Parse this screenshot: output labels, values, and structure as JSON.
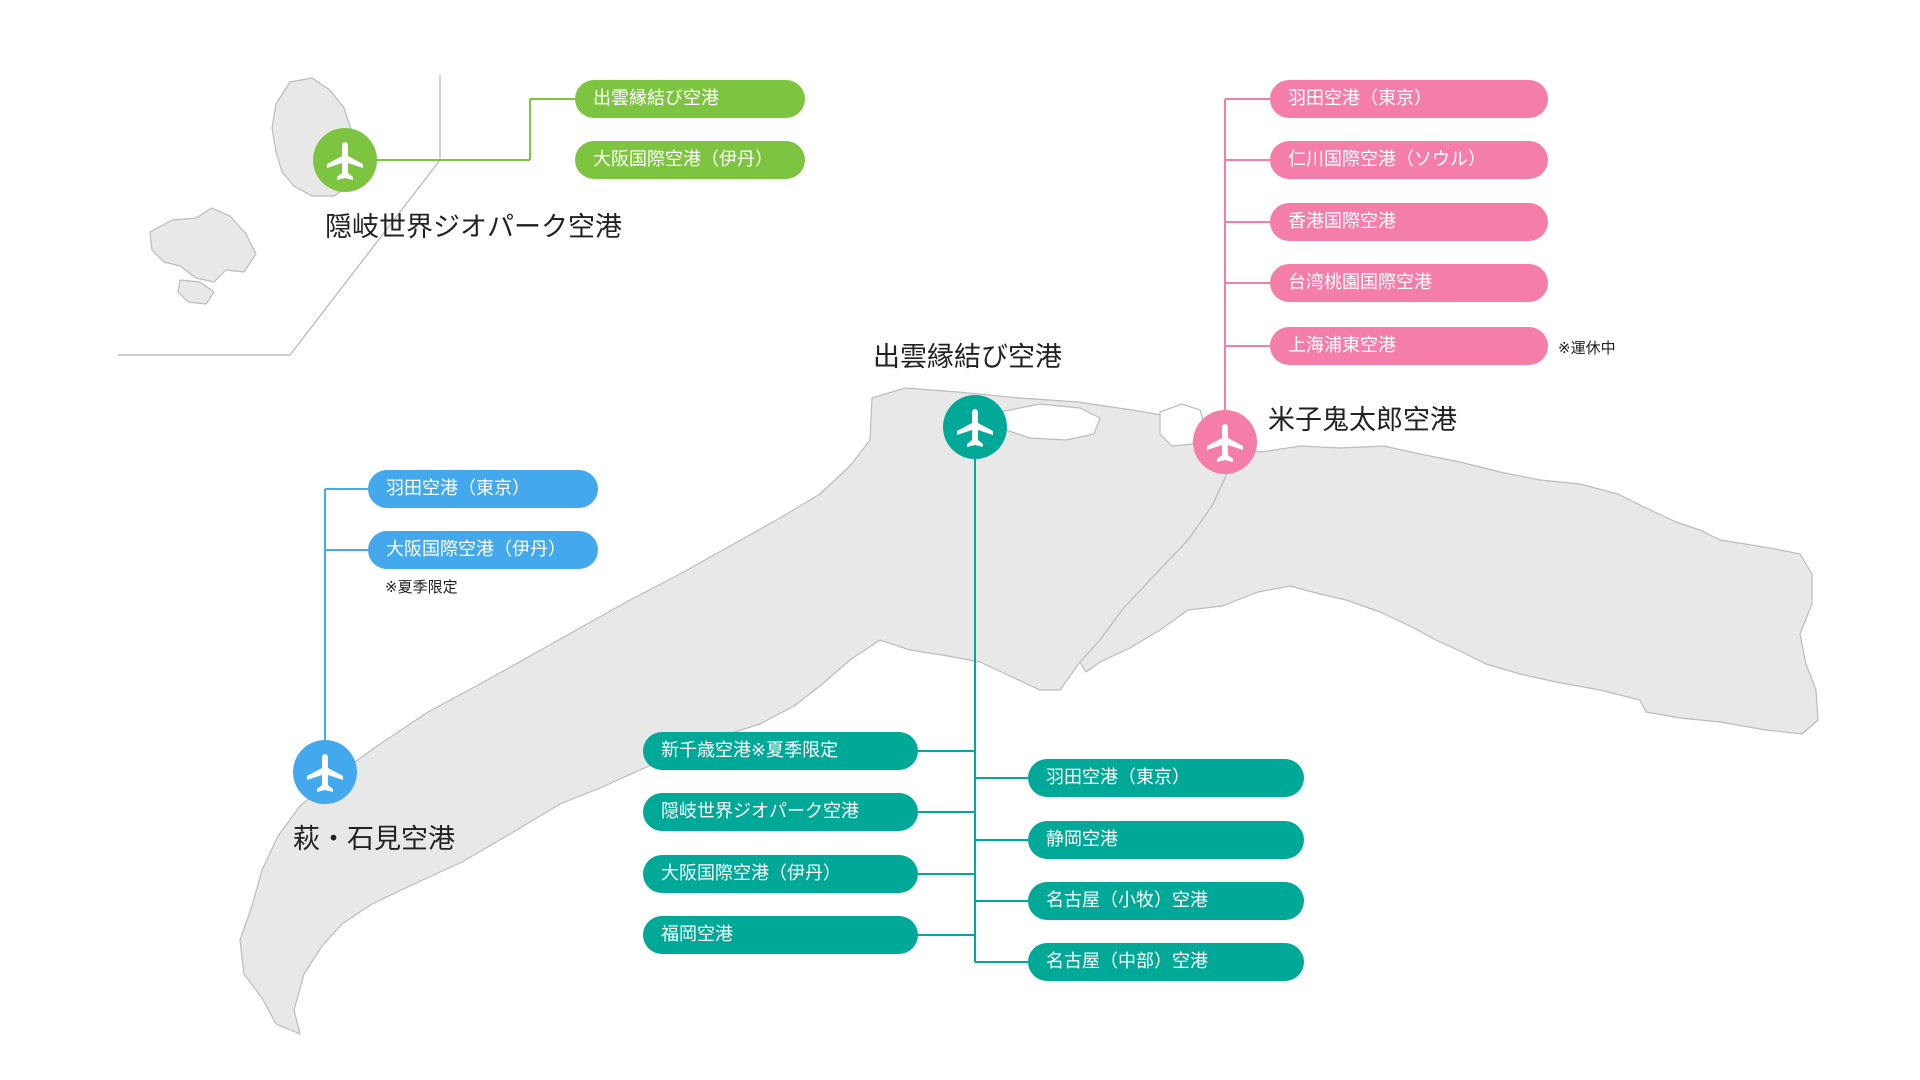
{
  "colors": {
    "oki": "#7dc540",
    "yonago": "#f47ea9",
    "iwami": "#44a8ec",
    "izumo": "#00a897",
    "land": "#e8e8e8",
    "land_border": "#bcbcbc"
  },
  "icon": "airplane-icon",
  "oki": {
    "name": "隠岐世界ジオパーク空港",
    "routes": [
      "出雲縁結び空港",
      "大阪国際空港（伊丹）"
    ]
  },
  "yonago": {
    "name": "米子鬼太郎空港",
    "routes": [
      "羽田空港（東京）",
      "仁川国際空港（ソウル）",
      "香港国際空港",
      "台湾桃園国際空港",
      "上海浦東空港"
    ],
    "note": "※運休中"
  },
  "iwami": {
    "name": "萩・石見空港",
    "routes": [
      "羽田空港（東京）",
      "大阪国際空港（伊丹）"
    ],
    "note": "※夏季限定"
  },
  "izumo": {
    "name": "出雲縁結び空港",
    "routes_left": [
      "新千歳空港※夏季限定",
      "隠岐世界ジオパーク空港",
      "大阪国際空港（伊丹）",
      "福岡空港"
    ],
    "routes_right": [
      "羽田空港（東京）",
      "静岡空港",
      "名古屋（小牧）空港",
      "名古屋（中部）空港"
    ]
  }
}
